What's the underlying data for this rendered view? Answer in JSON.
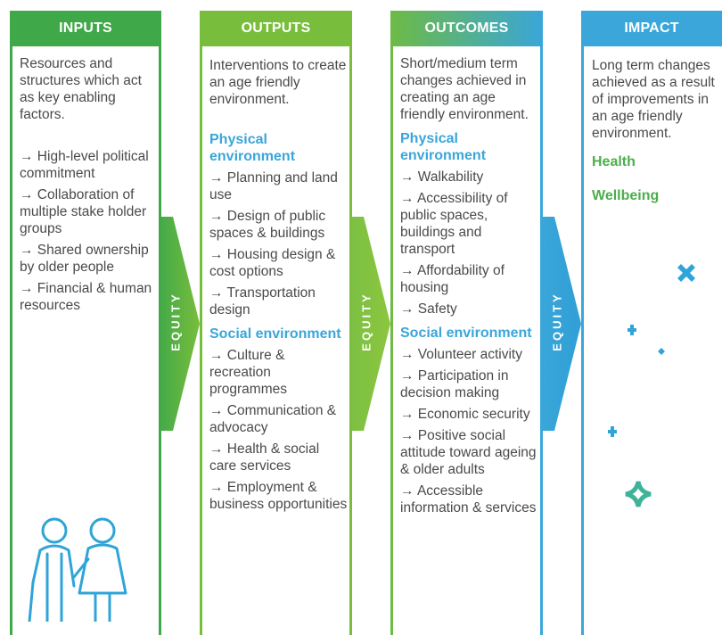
{
  "colors": {
    "inputs": "#3fa848",
    "outputs": "#78bd3c",
    "impact": "#3aa6d9",
    "subheading": "#3aa6d9",
    "impact_label": "#4cae4c"
  },
  "columns": {
    "inputs": {
      "title": "INPUTS",
      "description": "Resources and structures which act as key enabling factors.",
      "items": [
        "→ High-level political commitment",
        "→ Collaboration of multiple stake holder groups",
        "→ Shared ownership by older people",
        "→ Financial & human resources"
      ]
    },
    "outputs": {
      "title": "OUTPUTS",
      "description": "Interventions to create an age friendly environment.",
      "physical_heading": "Physical environment",
      "physical_items": [
        "→ Planning and land use",
        "→ Design of public spaces & buildings",
        "→ Housing design & cost options",
        "→ Transportation design"
      ],
      "social_heading": "Social environment",
      "social_items": [
        "→ Culture & recreation programmes",
        "→ Communication & advocacy",
        "→ Health & social care services",
        "→ Employment & business opportunities"
      ]
    },
    "outcomes": {
      "title": "OUTCOMES",
      "description": "Short/medium term changes achieved in creating an age friendly environment.",
      "physical_heading": "Physical environment",
      "physical_items": [
        "→ Walkability",
        "→ Accessibility of public spaces, buildings and transport",
        "→ Affordability of housing",
        "→ Safety"
      ],
      "social_heading": "Social environment",
      "social_items": [
        "→ Volunteer activity",
        "→ Participation in decision making",
        "→ Economic security",
        "→ Positive social attitude toward ageing & older adults",
        "→ Accessible information & services"
      ]
    },
    "impact": {
      "title": "IMPACT",
      "description": "Long term changes achieved as a result of improvements in an age friendly environment.",
      "labels": [
        "Health",
        "Wellbeing"
      ]
    }
  },
  "arrows": [
    "EQUITY",
    "EQUITY",
    "EQUITY"
  ],
  "icons": [
    "elderly-couple-icon",
    "sparkle-icon"
  ]
}
